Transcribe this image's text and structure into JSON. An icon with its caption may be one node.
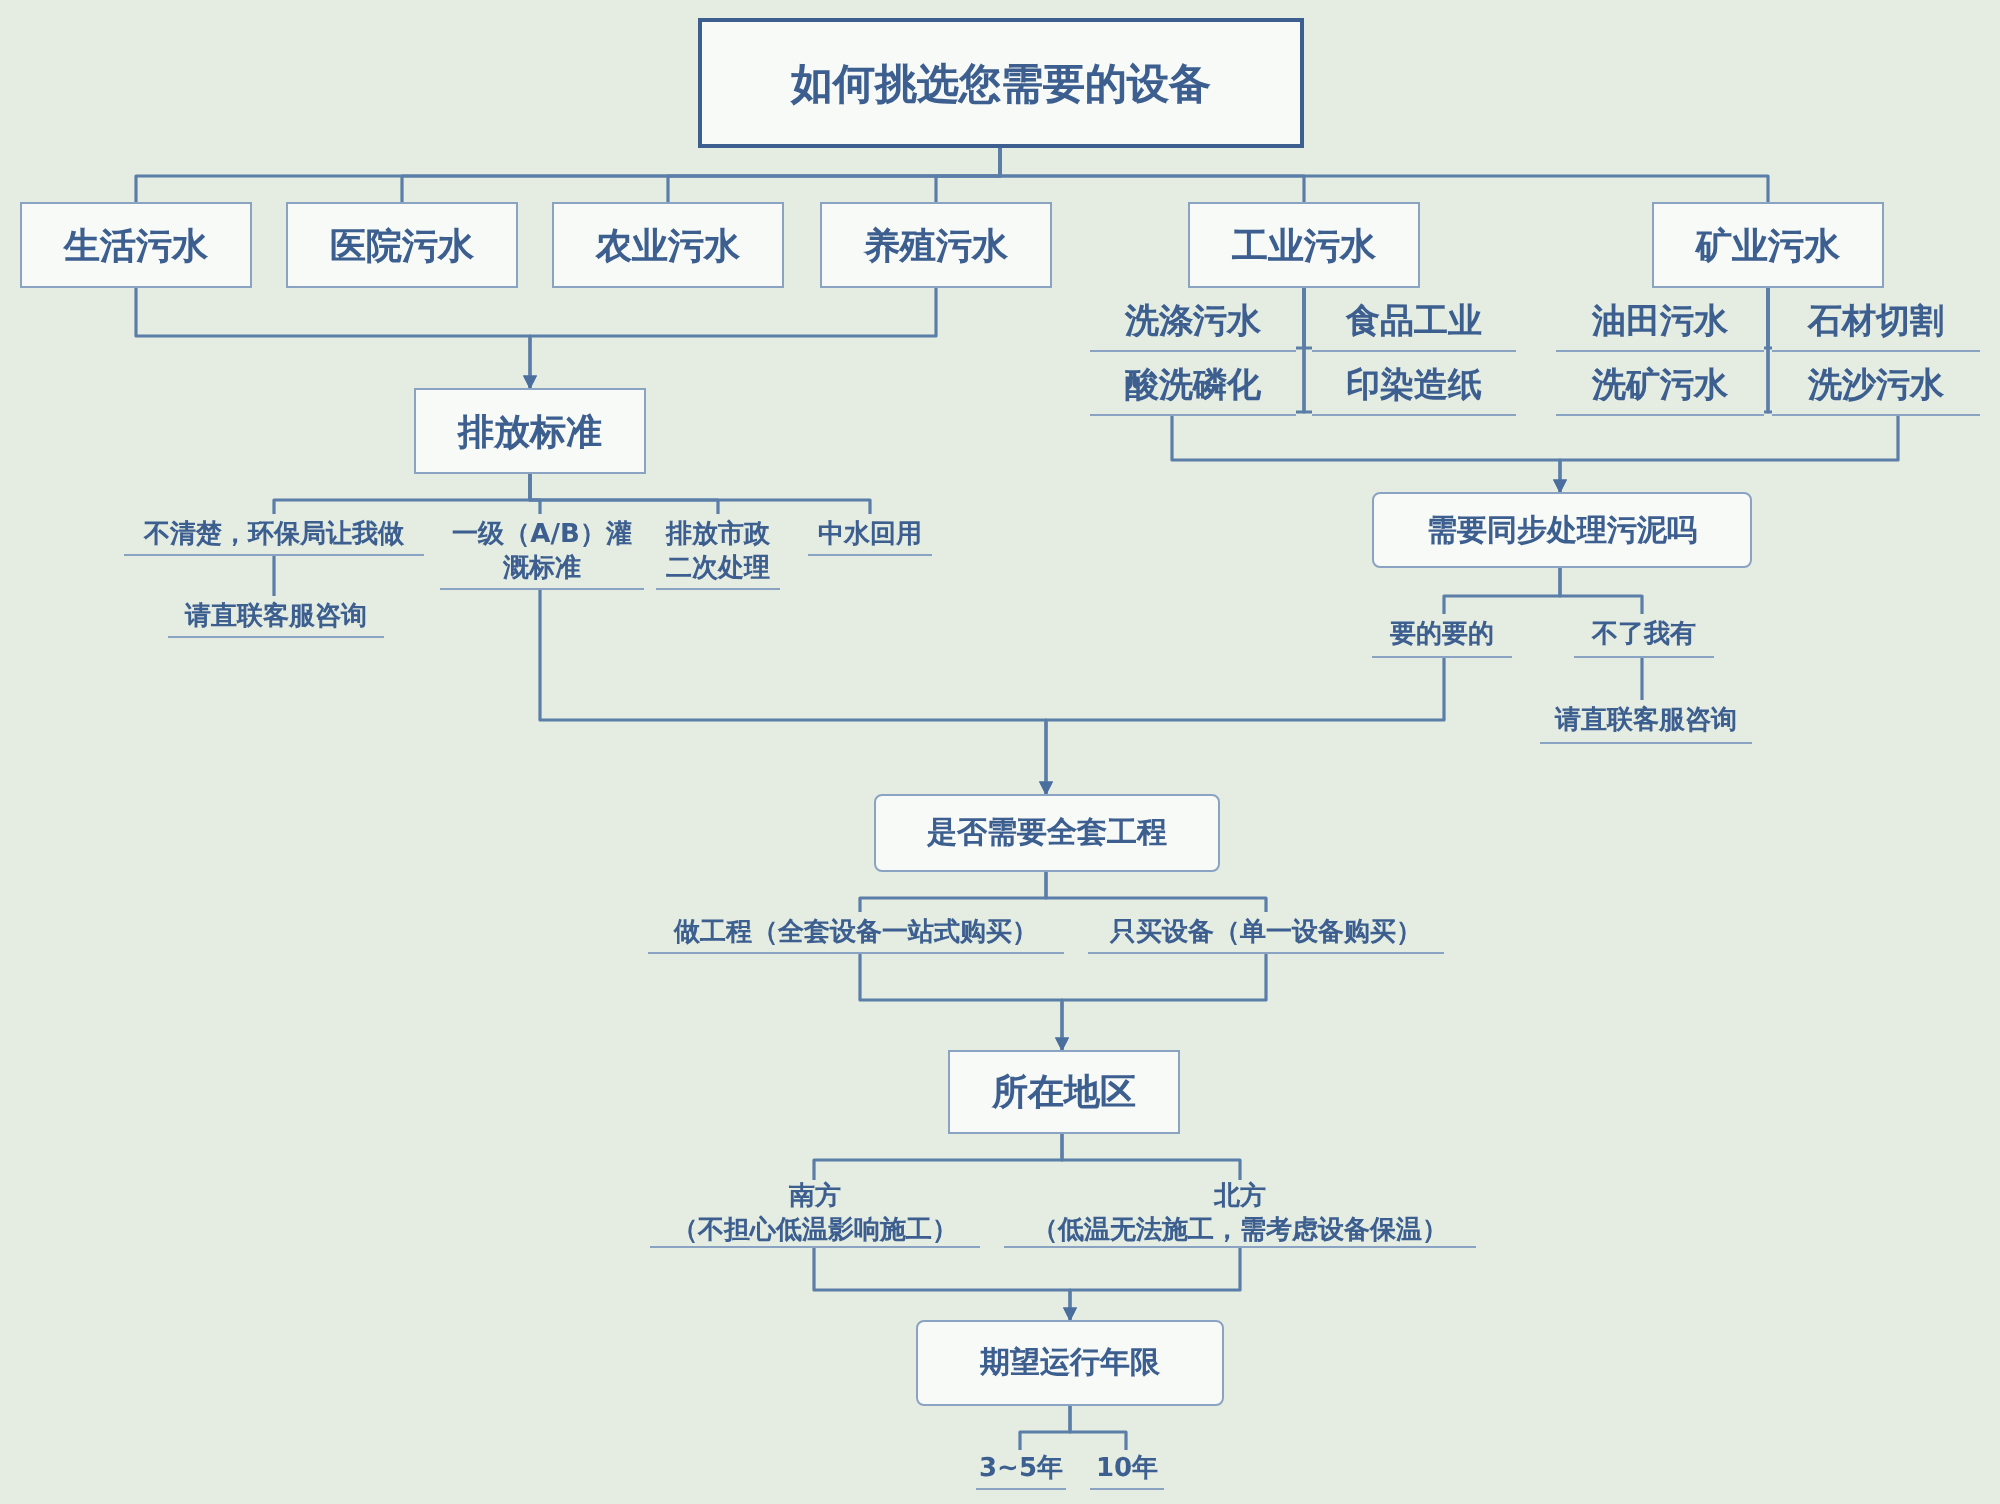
{
  "diagram": {
    "nodes": [
      {
        "text": [
          "如何挑选您需要的设备"
        ]
      },
      {
        "text": [
          "生活污水"
        ]
      },
      {
        "text": [
          "医院污水"
        ]
      },
      {
        "text": [
          "农业污水"
        ]
      },
      {
        "text": [
          "养殖污水"
        ]
      },
      {
        "text": [
          "工业污水"
        ]
      },
      {
        "text": [
          "矿业污水"
        ]
      },
      {
        "text": [
          "洗涤污水"
        ]
      },
      {
        "text": [
          "食品工业"
        ]
      },
      {
        "text": [
          "酸洗磷化"
        ]
      },
      {
        "text": [
          "印染造纸"
        ]
      },
      {
        "text": [
          "油田污水"
        ]
      },
      {
        "text": [
          "石材切割"
        ]
      },
      {
        "text": [
          "洗矿污水"
        ]
      },
      {
        "text": [
          "洗沙污水"
        ]
      },
      {
        "text": [
          "排放标准"
        ]
      },
      {
        "text": [
          "不清楚，环保局让我做"
        ]
      },
      {
        "text": [
          "请直联客服咨询"
        ]
      },
      {
        "text": [
          "一级（A/B）灌溉标准"
        ]
      },
      {
        "text": [
          "排放市政二次处理"
        ]
      },
      {
        "text": [
          "中水回用"
        ]
      },
      {
        "text": [
          "需要同步处理污泥吗"
        ]
      },
      {
        "text": [
          "要的要的"
        ]
      },
      {
        "text": [
          "不了我有"
        ]
      },
      {
        "text": [
          "请直联客服咨询"
        ]
      },
      {
        "text": [
          "是否需要全套工程"
        ]
      },
      {
        "text": [
          "做工程（全套设备一站式购买）"
        ]
      },
      {
        "text": [
          "只买设备（单一设备购买）"
        ]
      },
      {
        "text": [
          "所在地区"
        ]
      },
      {
        "text": [
          "南方",
          "（不担心低温影响施工）"
        ]
      },
      {
        "text": [
          "北方",
          "（低温无法施工，需考虑设备保温）"
        ]
      },
      {
        "text": [
          "期望运行年限"
        ]
      },
      {
        "text": [
          "3~5年"
        ]
      },
      {
        "text": [
          "10年"
        ]
      }
    ],
    "edges": [
      {
        "from": 0,
        "to": 1,
        "arrow": "none"
      },
      {
        "from": 0,
        "to": 2,
        "arrow": "none"
      },
      {
        "from": 0,
        "to": 3,
        "arrow": "none"
      },
      {
        "from": 0,
        "to": 4,
        "arrow": "none"
      },
      {
        "from": 0,
        "to": 5,
        "arrow": "none"
      },
      {
        "from": 0,
        "to": 6,
        "arrow": "none"
      },
      {
        "from": 5,
        "to": 7,
        "arrow": "none"
      },
      {
        "from": 5,
        "to": 8,
        "arrow": "none"
      },
      {
        "from": 5,
        "to": 9,
        "arrow": "none"
      },
      {
        "from": 5,
        "to": 10,
        "arrow": "none"
      },
      {
        "from": 6,
        "to": 11,
        "arrow": "none"
      },
      {
        "from": 6,
        "to": 12,
        "arrow": "none"
      },
      {
        "from": 6,
        "to": 13,
        "arrow": "none"
      },
      {
        "from": 6,
        "to": 14,
        "arrow": "none"
      },
      {
        "from": 1,
        "to": 15,
        "arrow": "to"
      },
      {
        "from": 4,
        "to": 15,
        "arrow": "to"
      },
      {
        "from": 9,
        "to": 21,
        "arrow": "to"
      },
      {
        "from": 14,
        "to": 21,
        "arrow": "to"
      },
      {
        "from": 15,
        "to": 16,
        "arrow": "none"
      },
      {
        "from": 15,
        "to": 18,
        "arrow": "none"
      },
      {
        "from": 15,
        "to": 19,
        "arrow": "none"
      },
      {
        "from": 15,
        "to": 20,
        "arrow": "none"
      },
      {
        "from": 16,
        "to": 17,
        "arrow": "none"
      },
      {
        "from": 21,
        "to": 22,
        "arrow": "none"
      },
      {
        "from": 21,
        "to": 23,
        "arrow": "none"
      },
      {
        "from": 23,
        "to": 24,
        "arrow": "none"
      },
      {
        "from": 18,
        "to": 25,
        "arrow": "to"
      },
      {
        "from": 22,
        "to": 25,
        "arrow": "to"
      },
      {
        "from": 25,
        "to": 26,
        "arrow": "none"
      },
      {
        "from": 25,
        "to": 27,
        "arrow": "none"
      },
      {
        "from": 26,
        "to": 28,
        "arrow": "to"
      },
      {
        "from": 27,
        "to": 28,
        "arrow": "to"
      },
      {
        "from": 28,
        "to": 29,
        "arrow": "none"
      },
      {
        "from": 28,
        "to": 30,
        "arrow": "none"
      },
      {
        "from": 29,
        "to": 31,
        "arrow": "to"
      },
      {
        "from": 30,
        "to": 31,
        "arrow": "to"
      },
      {
        "from": 31,
        "to": 32,
        "arrow": "none"
      },
      {
        "from": 31,
        "to": 33,
        "arrow": "none"
      }
    ]
  }
}
